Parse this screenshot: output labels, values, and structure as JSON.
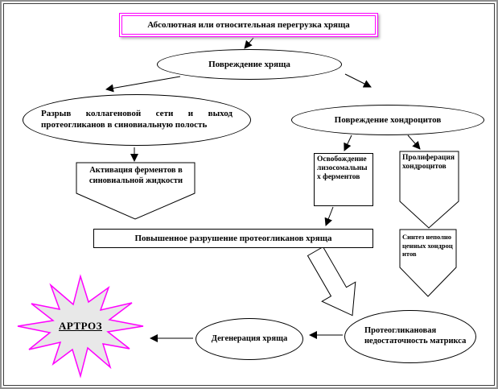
{
  "colors": {
    "accent_magenta": "#FF00FF",
    "shape_outline": "#000000",
    "page_frame_outer": "#8F8F8F",
    "page_frame_inner": "#3C3C3C",
    "starburst_fill": "#E8E8E8"
  },
  "banner": {
    "label": "Абсолютная или относительная перегрузка хряща"
  },
  "nodes": {
    "cartilage_damage": "Повреждение хряща",
    "collagen_rupture": "Разрыв коллагеновой сети и выход протеогликанов в синовиальную полость",
    "chondrocyte_damage": "Повреждение хондроцитов",
    "enzyme_activation": "Активация ферментов в синовиальной жидкости",
    "lysosomal_release": "Освобождение лизосомальных ферментов",
    "chondrocyte_proliferation": "Пролиферация хондроцитов",
    "proteoglycan_destruction": "Повышенное разрушение протеогликанов хряща",
    "defective_chondrocyte_synthesis": "Синтез неполноценных хондроцитов",
    "matrix_proteoglycan_deficiency": "Протеогликановая недостаточность матрикса",
    "cartilage_degeneration": "Дегенерация хряща",
    "arthrosis": "АРТРОЗ"
  }
}
